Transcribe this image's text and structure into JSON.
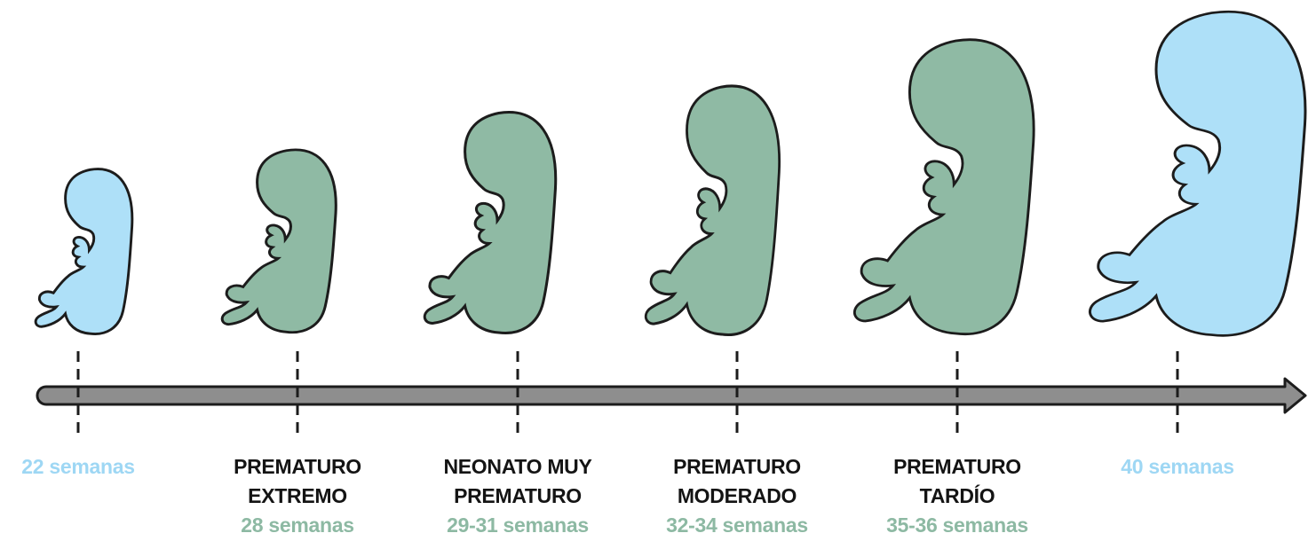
{
  "colors": {
    "term_fill": "#AEE0F8",
    "term_text": "#9ED7F4",
    "preterm_fill": "#8FBAA4",
    "preterm_text": "#8DB9A3",
    "outline": "#1C1C1C",
    "timeline_fill": "#8E8E8E"
  },
  "stages": [
    {
      "name": "",
      "weeks": "22 semanas",
      "color": "blue"
    },
    {
      "name": "PREMATURO\nEXTREMO",
      "weeks": "28 semanas",
      "color": "green"
    },
    {
      "name": "NEONATO MUY\nPREMATURO",
      "weeks": "29-31 semanas",
      "color": "green"
    },
    {
      "name": "PREMATURO\nMODERADO",
      "weeks": "32-34 semanas",
      "color": "green"
    },
    {
      "name": "PREMATURO\nTARDÍO",
      "weeks": "35-36 semanas",
      "color": "green"
    },
    {
      "name": "",
      "weeks": "40 semanas",
      "color": "blue"
    }
  ]
}
